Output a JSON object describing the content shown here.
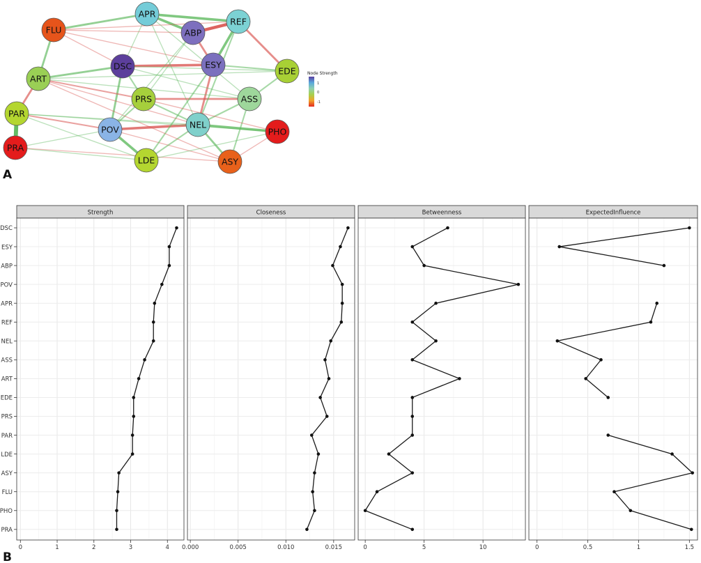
{
  "figure": {
    "panel_a_label": "A",
    "panel_b_label": "B"
  },
  "legend": {
    "title": "Node Strength",
    "ticks": [
      "1",
      "0",
      "-1"
    ],
    "colors": [
      "#5a3fa0",
      "#5aa8dd",
      "#8fd0b0",
      "#a8d04a",
      "#f2a12a",
      "#e22b20"
    ]
  },
  "chart_data": [
    {
      "type": "network",
      "nodes": [
        {
          "id": "APR",
          "color": "#74ccd8"
        },
        {
          "id": "REF",
          "color": "#7cd2d4"
        },
        {
          "id": "FLU",
          "color": "#e6541b"
        },
        {
          "id": "ABP",
          "color": "#7d6fbe"
        },
        {
          "id": "DSC",
          "color": "#5c3f9c"
        },
        {
          "id": "ESY",
          "color": "#7b70be"
        },
        {
          "id": "EDE",
          "color": "#a8d035"
        },
        {
          "id": "ART",
          "color": "#9acf55"
        },
        {
          "id": "PRS",
          "color": "#a6cf3c"
        },
        {
          "id": "ASS",
          "color": "#9ed79b"
        },
        {
          "id": "PAR",
          "color": "#b4d630"
        },
        {
          "id": "POV",
          "color": "#8ab4e6"
        },
        {
          "id": "NEL",
          "color": "#7fd0cb"
        },
        {
          "id": "PHO",
          "color": "#e41c1c"
        },
        {
          "id": "PRA",
          "color": "#e41c1c"
        },
        {
          "id": "LDE",
          "color": "#b4d630"
        },
        {
          "id": "ASY",
          "color": "#e8611b"
        }
      ],
      "edges_positive_color": "#5cb85c",
      "edges_negative_color": "#d9534f"
    },
    {
      "type": "line",
      "nodes_order": [
        "DSC",
        "ESY",
        "ABP",
        "POV",
        "APR",
        "REF",
        "NEL",
        "ASS",
        "ART",
        "EDE",
        "PRS",
        "PAR",
        "LDE",
        "ASY",
        "FLU",
        "PHO",
        "PRA"
      ],
      "panels": [
        {
          "title": "Strength",
          "values": [
            4.25,
            4.05,
            4.05,
            3.85,
            3.65,
            3.62,
            3.62,
            3.38,
            3.22,
            3.08,
            3.08,
            3.05,
            3.05,
            2.68,
            2.65,
            2.62,
            2.62
          ],
          "xlim": [
            -0.1,
            4.45
          ],
          "ticks": [
            0,
            1,
            2,
            3,
            4
          ],
          "tick_labels": [
            "0",
            "1",
            "2",
            "3",
            "4"
          ]
        },
        {
          "title": "Closeness",
          "values": [
            0.0165,
            0.0157,
            0.0149,
            0.0159,
            0.0159,
            0.0158,
            0.0147,
            0.0141,
            0.0145,
            0.0136,
            0.0143,
            0.0127,
            0.0134,
            0.013,
            0.0128,
            0.013,
            0.0122
          ],
          "xlim": [
            -0.0003,
            0.0172
          ],
          "ticks": [
            0,
            0.005,
            0.01,
            0.015
          ],
          "tick_labels": [
            "0.000",
            "0.005",
            "0.010",
            "0.015"
          ]
        },
        {
          "title": "Betweenness",
          "values": [
            7,
            4,
            5,
            13,
            6,
            4,
            6,
            4,
            8,
            4,
            4,
            4,
            2,
            4,
            1,
            0,
            4
          ],
          "xlim": [
            -0.6,
            13.6
          ],
          "ticks": [
            0,
            5,
            10
          ],
          "tick_labels": [
            "0",
            "5",
            "10"
          ]
        },
        {
          "title": "ExpectedInfluence",
          "values": [
            1.5,
            0.22,
            1.25,
            null,
            1.18,
            1.12,
            0.2,
            0.63,
            0.48,
            0.7,
            null,
            0.7,
            1.33,
            1.53,
            0.76,
            0.92,
            1.52
          ],
          "xlim": [
            -0.08,
            1.58
          ],
          "ticks": [
            0,
            0.5,
            1,
            1.5
          ],
          "tick_labels": [
            "0",
            "0.5",
            "1",
            "1.5"
          ]
        }
      ]
    }
  ]
}
